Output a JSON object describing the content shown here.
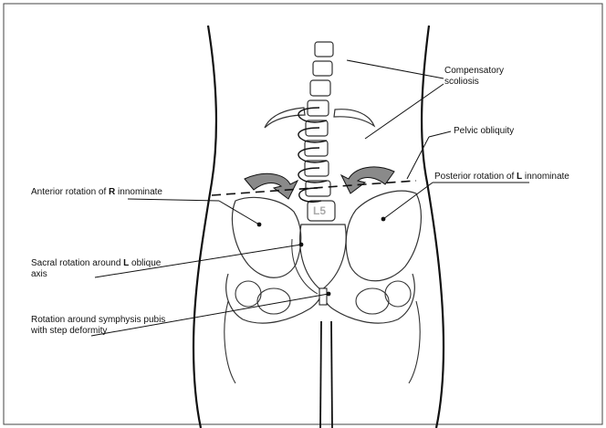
{
  "labels": {
    "compensatory_scoliosis": [
      "Compensatory",
      "scoliosis"
    ],
    "pelvic_obliquity": "Pelvic obliquity",
    "anterior_rotation": {
      "pre": "Anterior rotation of ",
      "bold": "R",
      "post": " innominate"
    },
    "posterior_rotation": {
      "pre": "Posterior rotation of ",
      "bold": "L",
      "post": " innominate"
    },
    "sacral_rotation": {
      "pre": "Sacral rotation around ",
      "bold": "L",
      "post": " oblique",
      "line2": "axis"
    },
    "symphysis_rotation": [
      "Rotation around symphysis pubis",
      "with step deformity"
    ],
    "vertebra_label": "L5"
  },
  "colors": {
    "line": "#111111",
    "arrow_fill": "#8a8a8a",
    "vertebra_label": "#aaaaaa",
    "frame": "#444444"
  }
}
